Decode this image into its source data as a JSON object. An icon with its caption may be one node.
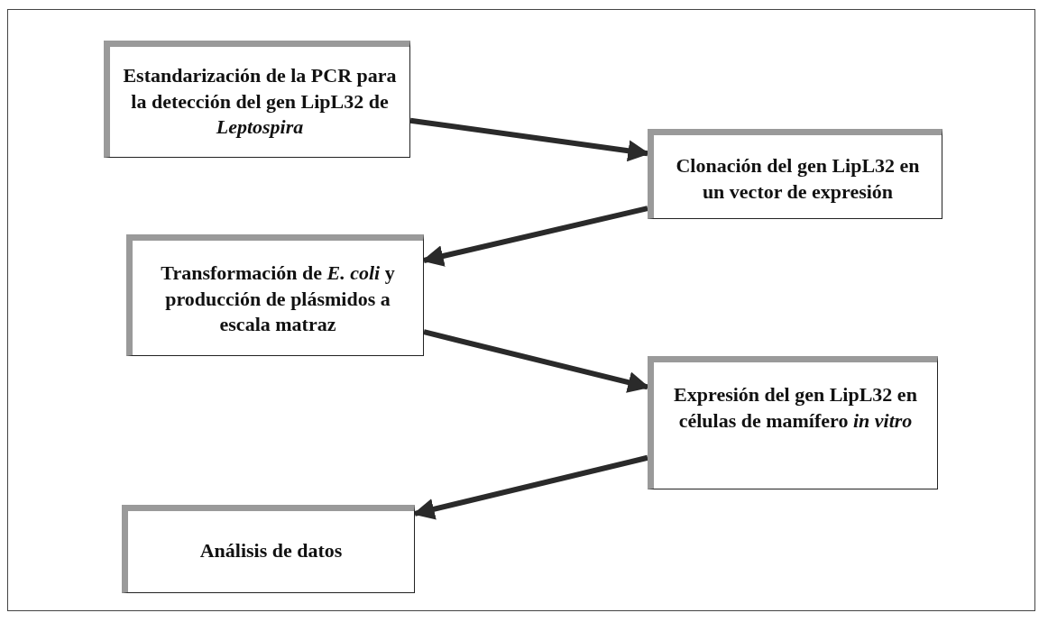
{
  "diagram": {
    "nodes": [
      {
        "text": [
          "Estandarización de la PCR para la detección del gen LipL32 de *Leptospira*"
        ]
      },
      {
        "text": [
          "Clonación del gen LipL32 en un vector de expresión"
        ]
      },
      {
        "text": [
          "Transformación de *E. coli* y producción de plásmidos a escala matraz"
        ]
      },
      {
        "text": [
          "Expresión del gen LipL32 en células de mamífero *in vitro*"
        ]
      },
      {
        "text": [
          "Análisis de datos"
        ]
      }
    ],
    "edges": [
      {
        "from": 0,
        "to": 1,
        "arrow": "to"
      },
      {
        "from": 1,
        "to": 2,
        "arrow": "to"
      },
      {
        "from": 2,
        "to": 3,
        "arrow": "to"
      },
      {
        "from": 3,
        "to": 4,
        "arrow": "to"
      }
    ]
  }
}
